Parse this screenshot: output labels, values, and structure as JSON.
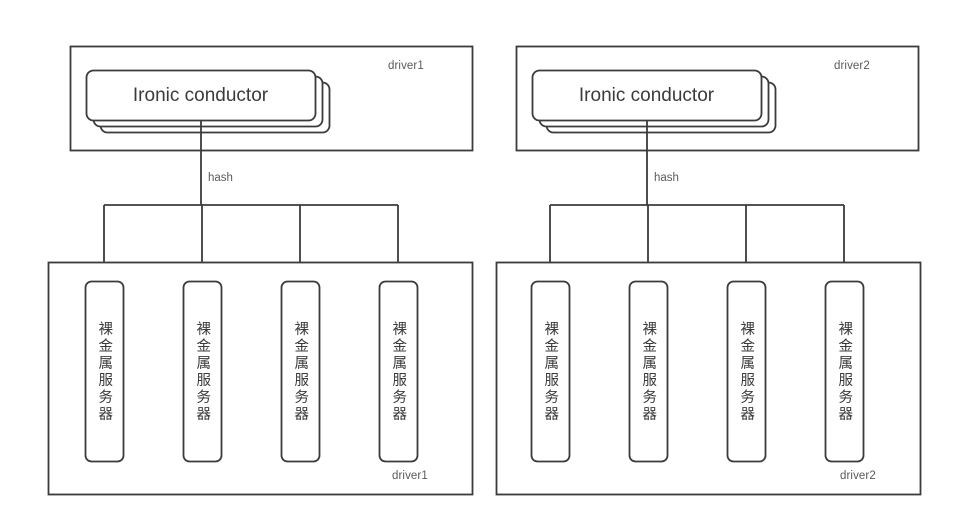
{
  "diagram": {
    "title": "Ironic conductor hash ring to bare metal servers",
    "background_color": "#ffffff",
    "stroke_color": "#3b3b3b",
    "label_color": "#5a5a5a",
    "text_color": "#3b3b3b"
  },
  "groups": [
    {
      "id": "driver1",
      "top_label": "driver1",
      "bottom_label": "driver1",
      "conductor_label": "Ironic conductor",
      "edge_label": "hash",
      "servers": [
        {
          "label": "裸金属服务器"
        },
        {
          "label": "裸金属服务器"
        },
        {
          "label": "裸金属服务器"
        },
        {
          "label": "裸金属服务器"
        }
      ]
    },
    {
      "id": "driver2",
      "top_label": "driver2",
      "bottom_label": "driver2",
      "conductor_label": "Ironic conductor",
      "edge_label": "hash",
      "servers": [
        {
          "label": "裸金属服务器"
        },
        {
          "label": "裸金属服务器"
        },
        {
          "label": "裸金属服务器"
        },
        {
          "label": "裸金属服务器"
        }
      ]
    }
  ]
}
